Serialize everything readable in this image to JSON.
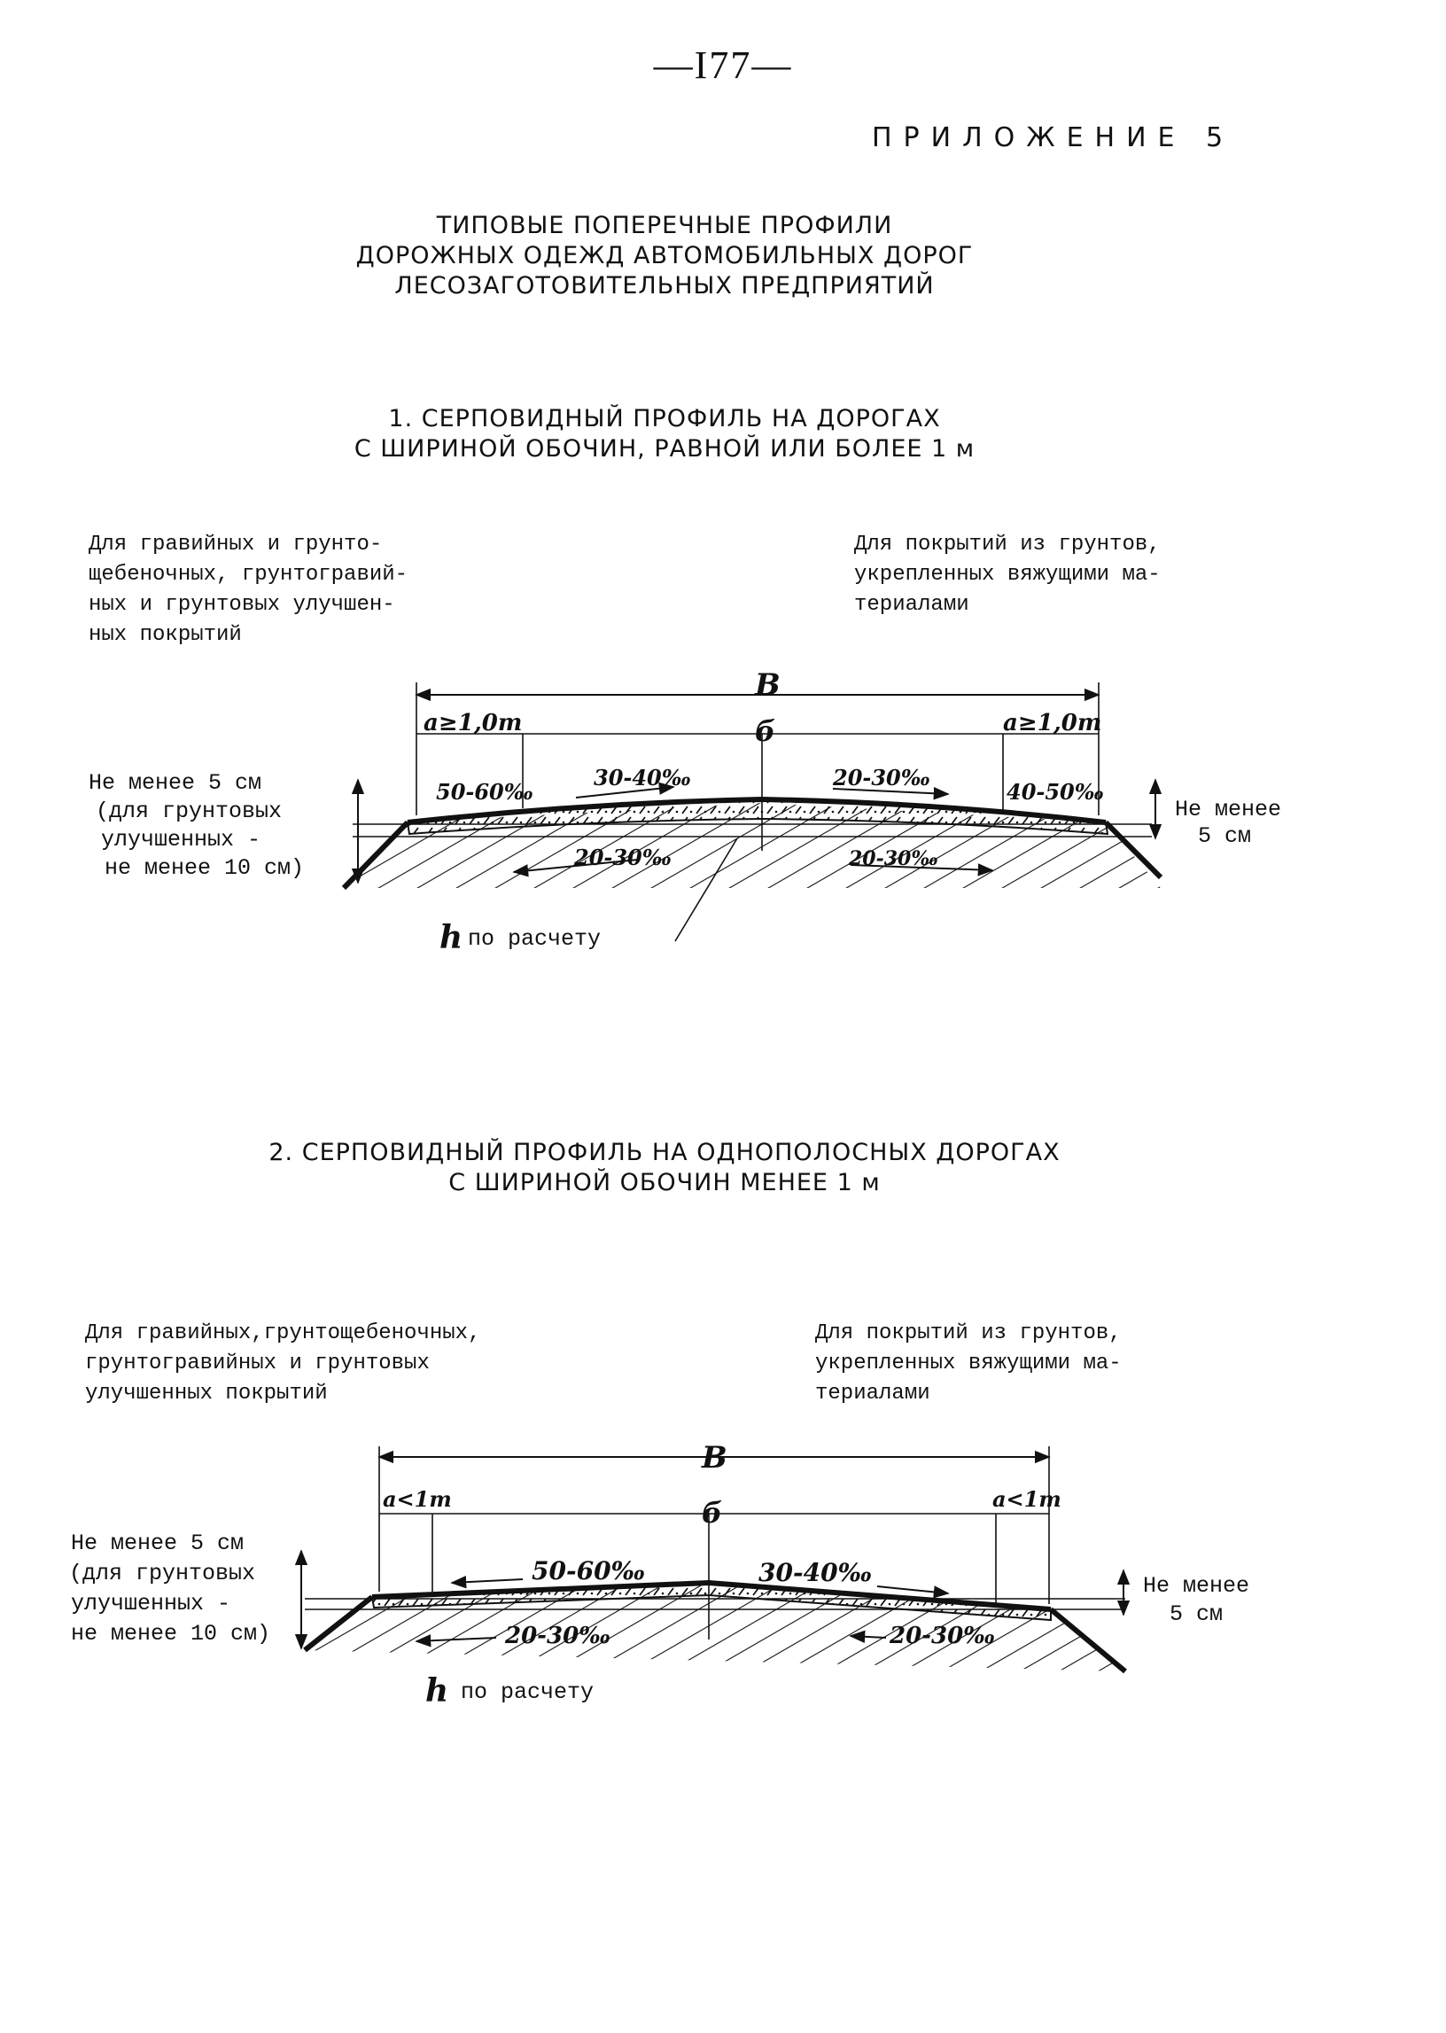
{
  "page_number": "—I77—",
  "appendix": "ПРИЛОЖЕНИЕ 5",
  "title_lines": [
    "ТИПОВЫЕ ПОПЕРЕЧНЫЕ ПРОФИЛИ",
    "ДОРОЖНЫХ ОДЕЖД АВТОМОБИЛЬНЫХ ДОРОГ",
    "ЛЕСОЗАГОТОВИТЕЛЬНЫХ ПРЕДПРИЯТИЙ"
  ],
  "section1": {
    "heading_lines": [
      "1. СЕРПОВИДНЫЙ ПРОФИЛЬ НА ДОРОГАХ",
      "С ШИРИНОЙ ОБОЧИН, РАВНОЙ ИЛИ БОЛЕЕ 1 м"
    ],
    "left_note_lines": [
      "Для гравийных и грунто-",
      "щебеночных, грунтогравий-",
      "ных и грунтовых улучшен-",
      "ных покрытий"
    ],
    "right_note_lines": [
      "Для покрытий из грунтов,",
      "укрепленных вяжущими ма-",
      "териалами"
    ],
    "diagram": {
      "dim_B": "В",
      "dim_b": "б",
      "shoulder_left": "a≥1,0m",
      "shoulder_right": "a≥1,0m",
      "slope_left_shoulder": "50-60‰",
      "slope_left_lane": "30-40‰",
      "slope_right_lane": "20-30‰",
      "slope_right_shoulder": "40-50‰",
      "base_left": "20-30‰",
      "base_right": "20-30‰",
      "left_depth_lines": [
        "Не менее 5 см",
        "(для грунтовых",
        "улучшенных -",
        "не менее 10 см)"
      ],
      "right_depth_lines": [
        "Не менее",
        "5 см"
      ],
      "h_symbol": "h",
      "h_label": "по расчету"
    }
  },
  "section2": {
    "heading_lines": [
      "2. СЕРПОВИДНЫЙ ПРОФИЛЬ НА ОДНОПОЛОСНЫХ ДОРОГАХ",
      "С ШИРИНОЙ ОБОЧИН МЕНЕЕ 1 м"
    ],
    "left_note_lines": [
      "Для гравийных,грунтощебеночных,",
      "грунтогравийных и грунтовых",
      "улучшенных покрытий"
    ],
    "right_note_lines": [
      "Для покрытий из грунтов,",
      "укрепленных вяжущими ма-",
      "териалами"
    ],
    "diagram": {
      "dim_B": "В",
      "dim_b": "б",
      "shoulder_left": "a<1m",
      "shoulder_right": "a<1m",
      "slope_left_lane": "50-60‰",
      "slope_right_lane": "30-40‰",
      "base_left": "20-30‰",
      "base_right": "20-30‰",
      "left_depth_lines": [
        "Не менее 5 см",
        "(для грунтовых",
        "улучшенных -",
        "не менее 10 см)"
      ],
      "right_depth_lines": [
        "Не менее",
        "5 см"
      ],
      "h_symbol": "h",
      "h_label": "по расчету"
    }
  }
}
